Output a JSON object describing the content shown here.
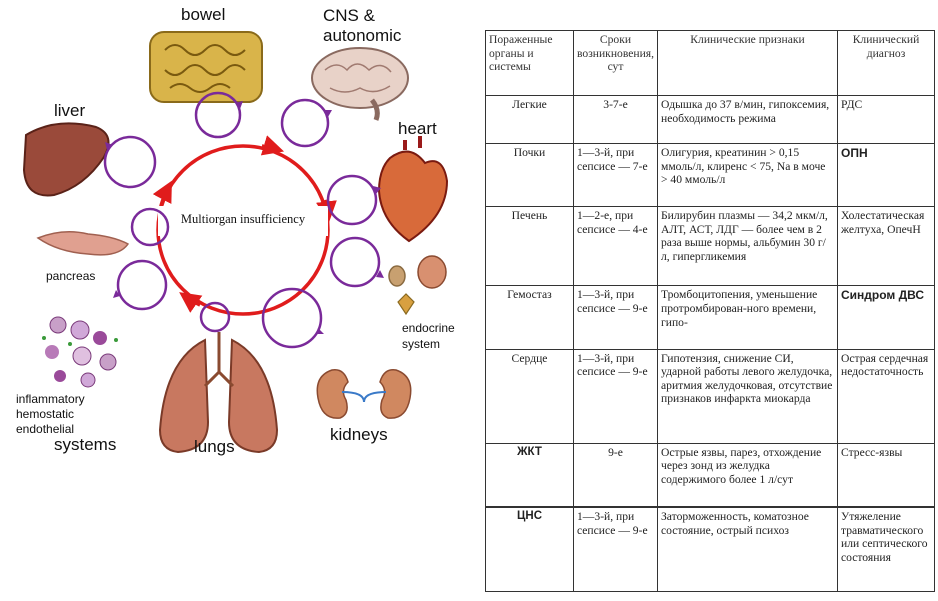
{
  "diagram": {
    "center_label": "Multiorgan insufficiency",
    "labels": {
      "bowel": "bowel",
      "cns_line1": "CNS &",
      "cns_line2": "autonomic",
      "heart": "heart",
      "liver": "liver",
      "pancreas": "pancreas",
      "endocrine_line1": "endocrine",
      "endocrine_line2": "system",
      "kidneys": "kidneys",
      "lungs": "lungs",
      "systems_line1": "inflammatory",
      "systems_line2": "hemostatic",
      "systems_line3": "endothelial",
      "systems_line4": "systems"
    },
    "colors": {
      "ring": "#e01c1c",
      "cycles": "#7a2a9a"
    }
  },
  "table": {
    "headers": [
      "Пораженные органы и системы",
      "Сроки возникновения, сут",
      "Клинические признаки",
      "Клинический диагноз"
    ],
    "rows": [
      {
        "organ": "Легкие",
        "onset": "3-7-е",
        "signs": "Одышка до 37 в/мин, гипоксемия, необходимость режима",
        "diagnosis": "РДС"
      },
      {
        "organ": "Почки",
        "onset": "1—3-й, при сепсисе — 7-е",
        "signs": "Олигурия, креатинин > 0,15 ммоль/л, клиренс < 75, Na в моче > 40 ммоль/л",
        "diagnosis": "ОПН"
      },
      {
        "organ": "Печень",
        "onset": "1—2-е, при сепсисе — 4-е",
        "signs": "Билирубин плазмы — 34,2 мкм/л, АЛТ, АСТ, ЛДГ — более чем в 2 раза выше нормы, альбумин 30 г/л, гипергликемия",
        "diagnosis": "Холестатическая желтуха, ОпечН"
      },
      {
        "organ": "Гемостаз",
        "onset": "1—3-й, при сепсисе — 9-е",
        "signs": "Тромбоцитопения, уменьшение протромбирован-ного времени, гипо-",
        "diagnosis": "Синдром ДВС"
      },
      {
        "organ": "Сердце",
        "onset": "1—3-й, при сепсисе — 9-е",
        "signs": "Гипотензия, снижение СИ, ударной работы левого желудочка, аритмия желудочковая, отсутствие признаков инфаркта миокарда",
        "diagnosis": "Острая сердечная недостаточность"
      },
      {
        "organ": "ЖКТ",
        "onset": "9-е",
        "signs": "Острые язвы, парез, отхождение через зонд из желудка содержимого более 1 л/сут",
        "diagnosis": "Стресс-язвы"
      },
      {
        "organ": "ЦНС",
        "onset": "1—3-й, при сепсисе — 9-е",
        "signs": "Заторможенность, коматозное состояние, острый психоз",
        "diagnosis": "Утяжеление травматического или септического состояния"
      }
    ]
  }
}
